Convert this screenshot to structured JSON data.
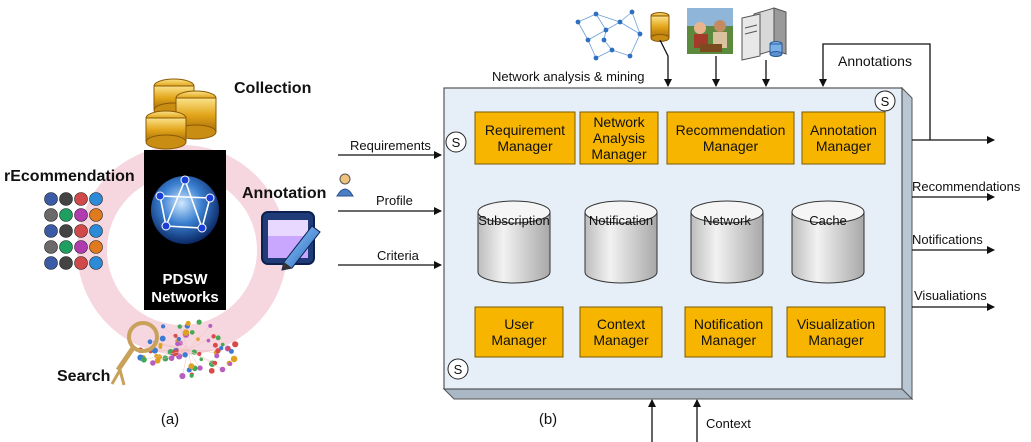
{
  "left_panel": {
    "caption": "(a)",
    "collection_label": "Collection",
    "recommendation_label": "rEcommendation",
    "annotation_label": "Annotation",
    "search_label": "Search",
    "center_line1": "PDSW",
    "center_line2": "Networks"
  },
  "right_panel": {
    "caption": "(b)",
    "top_input_label": "Network analysis & mining",
    "annotations_in_label": "Annotations",
    "context_label": "Context",
    "inputs": {
      "requirements": "Requirements",
      "profile": "Profile",
      "criteria": "Criteria"
    },
    "outputs": {
      "recommendations": "Recommendations",
      "notifications": "Notifications",
      "visualizations": "Visualiations"
    },
    "service_marker": "S",
    "top_managers": [
      {
        "lines": [
          "Requirement",
          "Manager"
        ]
      },
      {
        "lines": [
          "Network",
          "Analysis",
          "Manager"
        ]
      },
      {
        "lines": [
          "Recommendation",
          "Manager"
        ]
      },
      {
        "lines": [
          "Annotation",
          "Manager"
        ]
      }
    ],
    "stores": [
      "Subscription",
      "Notification",
      "Network",
      "Cache"
    ],
    "bottom_managers": [
      {
        "lines": [
          "User",
          "Manager"
        ]
      },
      {
        "lines": [
          "Context",
          "Manager"
        ]
      },
      {
        "lines": [
          "Notification",
          "Manager"
        ]
      },
      {
        "lines": [
          "Visualization",
          "Manager"
        ]
      }
    ]
  },
  "colors": {
    "manager_fill": "#f7b500",
    "panel_fill": "#e6eef7",
    "ring": "#f6d6df",
    "arrow": "#111111"
  }
}
